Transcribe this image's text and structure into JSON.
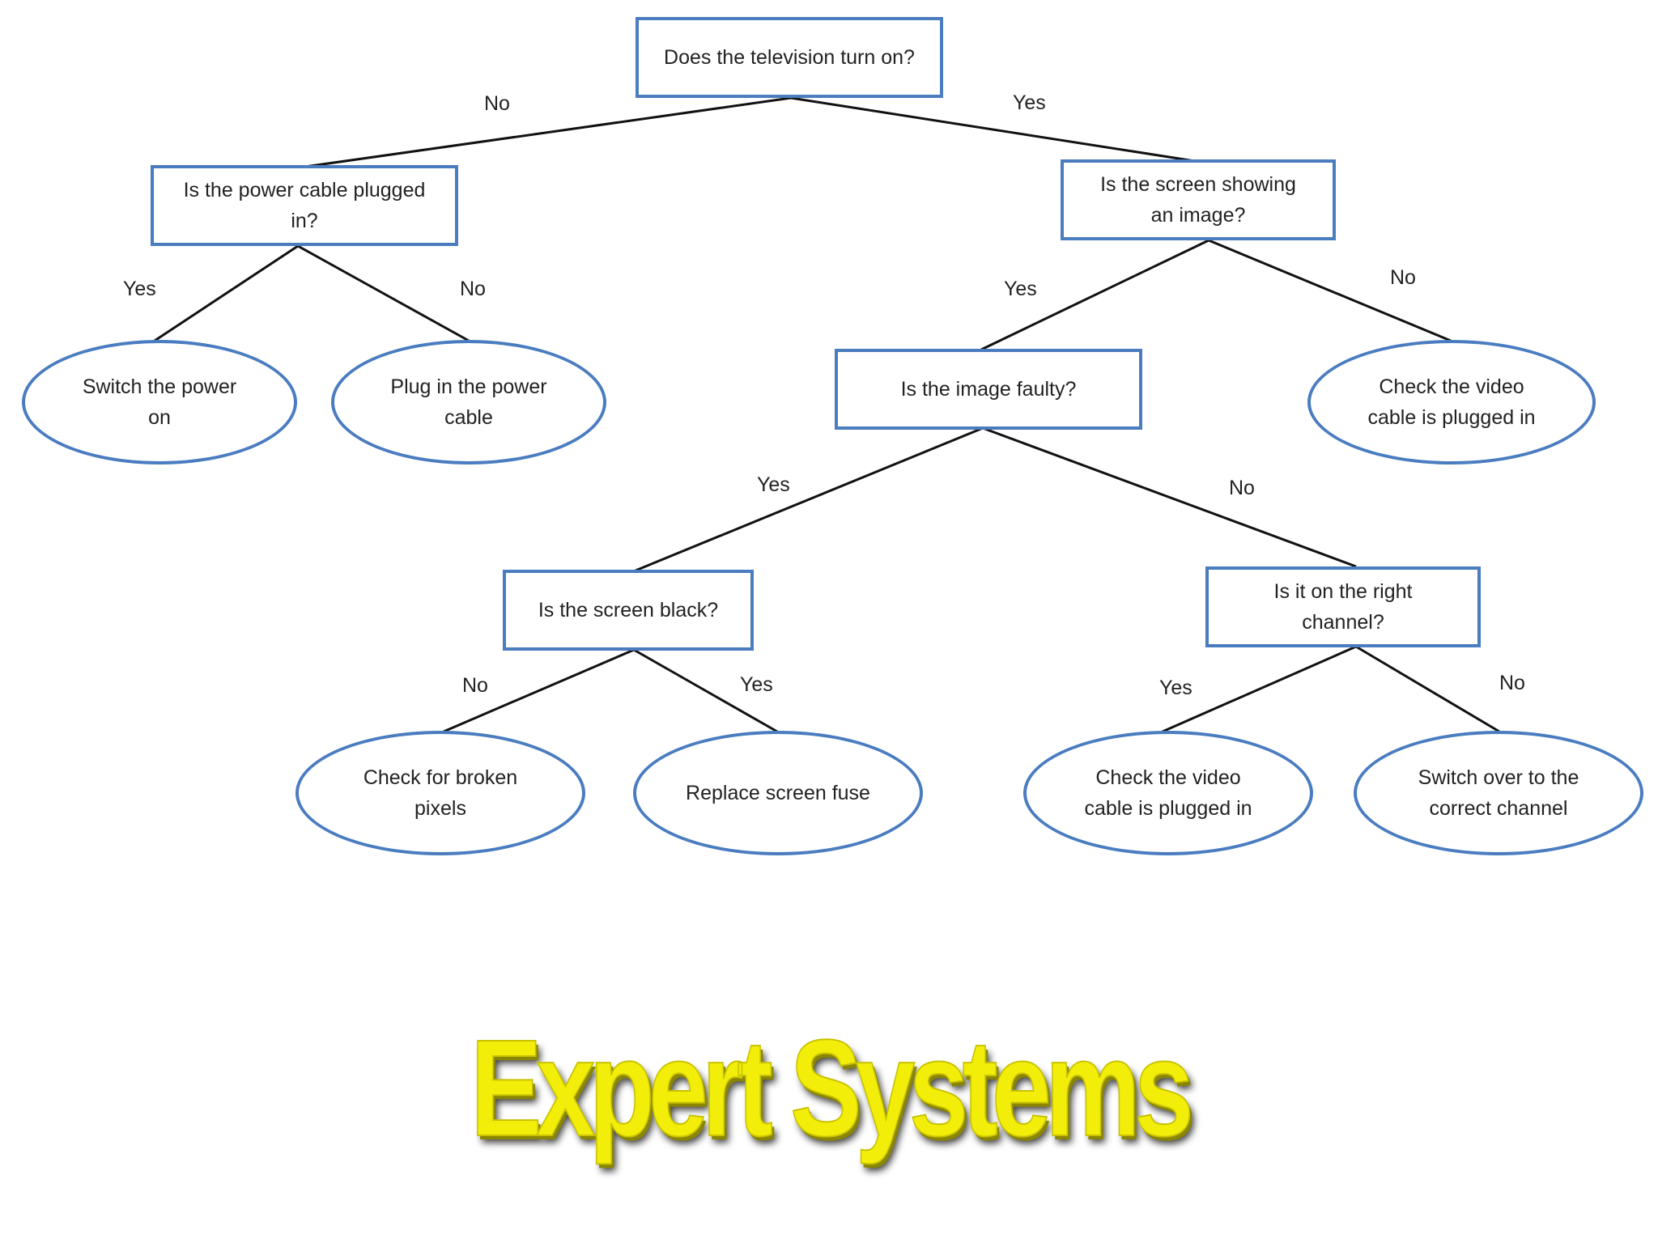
{
  "diagram": {
    "nodes": {
      "root": "Does the television turn on?",
      "power_plugged": "Is the power cable plugged in?",
      "showing_image": "Is the screen showing an image?",
      "switch_power": "Switch the power on",
      "plug_power": "Plug in the power cable",
      "image_faulty": "Is the image faulty?",
      "check_video_1": "Check the video cable is plugged in",
      "screen_black": "Is the screen black?",
      "right_channel": "Is it on the right channel?",
      "broken_pixels": "Check for broken pixels",
      "replace_fuse": "Replace screen fuse",
      "check_video_2": "Check the video cable is plugged in",
      "switch_channel": "Switch over to the correct channel"
    },
    "edge_labels": {
      "root_no": "No",
      "root_yes": "Yes",
      "power_yes": "Yes",
      "power_no": "No",
      "image_yes": "Yes",
      "image_no": "No",
      "faulty_yes": "Yes",
      "faulty_no": "No",
      "black_no": "No",
      "black_yes": "Yes",
      "channel_yes": "Yes",
      "channel_no": "No"
    }
  },
  "title": {
    "text": "Expert Systems",
    "color": "#f2ee0a"
  },
  "colors": {
    "node_border": "#4a7cc0",
    "connector": "#111111"
  }
}
